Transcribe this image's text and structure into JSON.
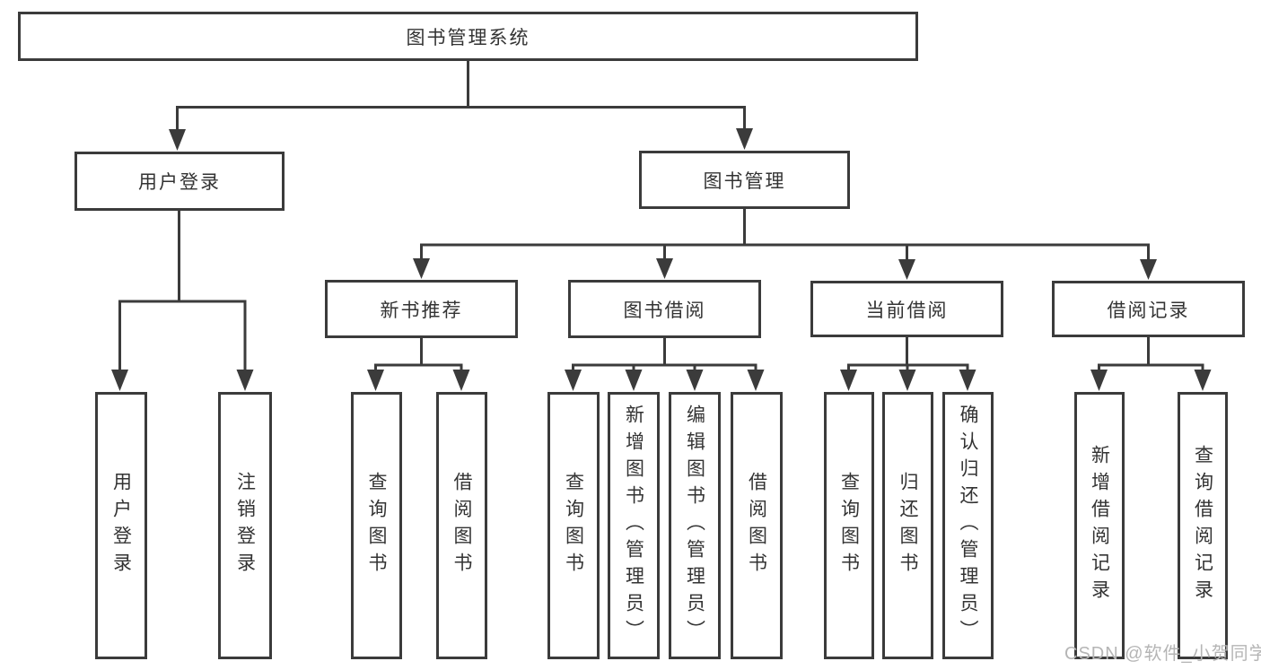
{
  "tree": {
    "label": "图书管理系统",
    "children": [
      {
        "label": "用户登录",
        "children": [
          {
            "label": "用户登录"
          },
          {
            "label": "注销登录"
          }
        ]
      },
      {
        "label": "图书管理",
        "children": [
          {
            "label": "新书推荐",
            "children": [
              {
                "label": "查询图书"
              },
              {
                "label": "借阅图书"
              }
            ]
          },
          {
            "label": "图书借阅",
            "children": [
              {
                "label": "查询图书"
              },
              {
                "label": "新增图书（管理员）"
              },
              {
                "label": "编辑图书（管理员）"
              },
              {
                "label": "借阅图书"
              }
            ]
          },
          {
            "label": "当前借阅",
            "children": [
              {
                "label": "查询图书"
              },
              {
                "label": "归还图书"
              },
              {
                "label": "确认归还（管理员）"
              }
            ]
          },
          {
            "label": "借阅记录",
            "children": [
              {
                "label": "新增借阅记录"
              },
              {
                "label": "查询借阅记录"
              }
            ]
          }
        ]
      }
    ]
  },
  "watermark": "CSDN @软件_小贺同学",
  "colors": {
    "line": "#3b3b3b",
    "text": "#333333",
    "watermark": "#b5b5b5",
    "background": "#ffffff"
  }
}
